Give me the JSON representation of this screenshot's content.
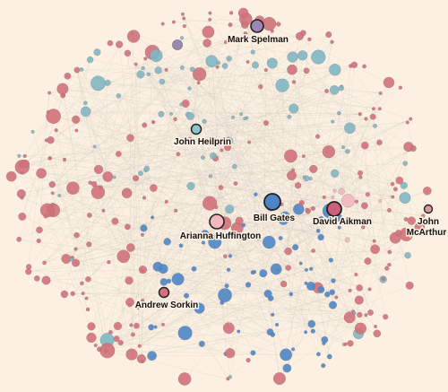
{
  "colors": {
    "background": "#fbf0e2",
    "edge": "#cfc7bd",
    "red_cluster": "#d3707a",
    "teal_cluster": "#7fb6c4",
    "blue_cluster": "#4d86c8",
    "purple_hub": "#9b86b6",
    "pink_node": "#f2b8bd",
    "node_outline": "#111111"
  },
  "labels": {
    "mark_spelman": "Mark Spelman",
    "john_heilprin": "John Heilprin",
    "bill_gates": "Bill Gates",
    "david_aikman": "David Aikman",
    "arianna_huffington": "Arianna Huffington",
    "john_mcarthur_line1": "John",
    "john_mcarthur_line2": "McArthur",
    "andrew_sorkin": "Andrew Sorkin"
  }
}
